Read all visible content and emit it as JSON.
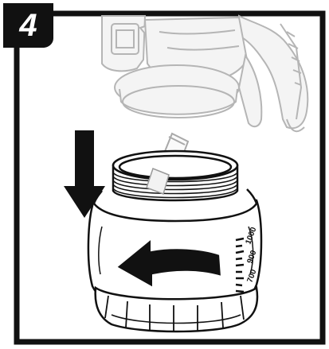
{
  "step": {
    "number": "4"
  },
  "scale_marks": {
    "top": "1000",
    "middle": "900",
    "bottom": "700"
  },
  "colors": {
    "ink": "#111111",
    "ghost": "#bfbfbf",
    "badge": "#111111",
    "background": "#ffffff"
  },
  "icons": [
    "down-arrow-icon",
    "rotate-arrow-icon"
  ]
}
